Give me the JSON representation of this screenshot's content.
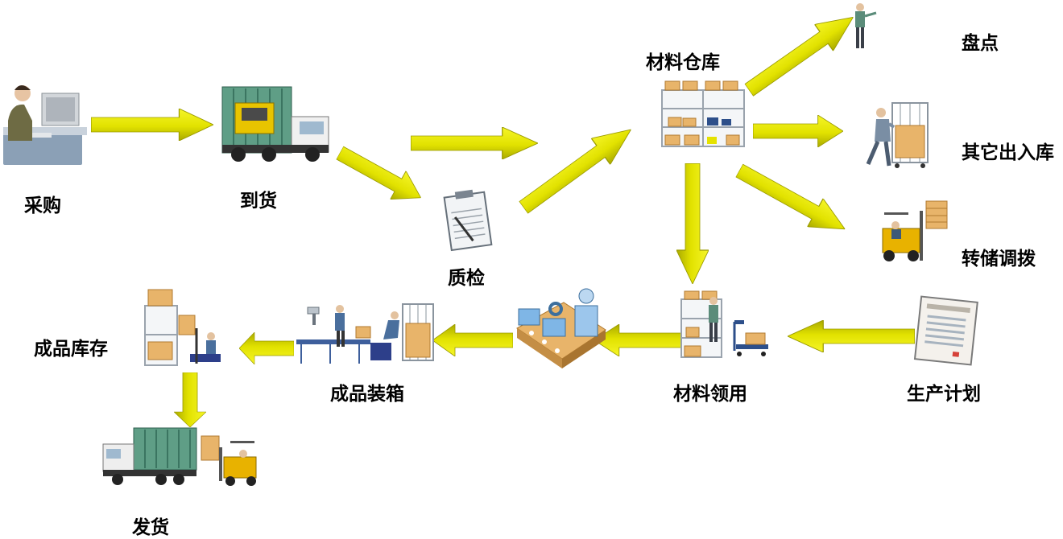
{
  "nodes": {
    "purchase": "采购",
    "arrival": "到货",
    "qc": "质检",
    "warehouse": "材料仓库",
    "stocktake": "盘点",
    "other_io": "其它出入库",
    "transfer": "转储调拨",
    "requisition": "材料领用",
    "plan": "生产计划",
    "packing": "成品装箱",
    "fg_stock": "成品库存",
    "shipping": "发货"
  },
  "colors": {
    "arrow": "#e6e600",
    "arrow_dark": "#a8a800",
    "box": "#e8b46a",
    "truck": "#5f9e86"
  }
}
